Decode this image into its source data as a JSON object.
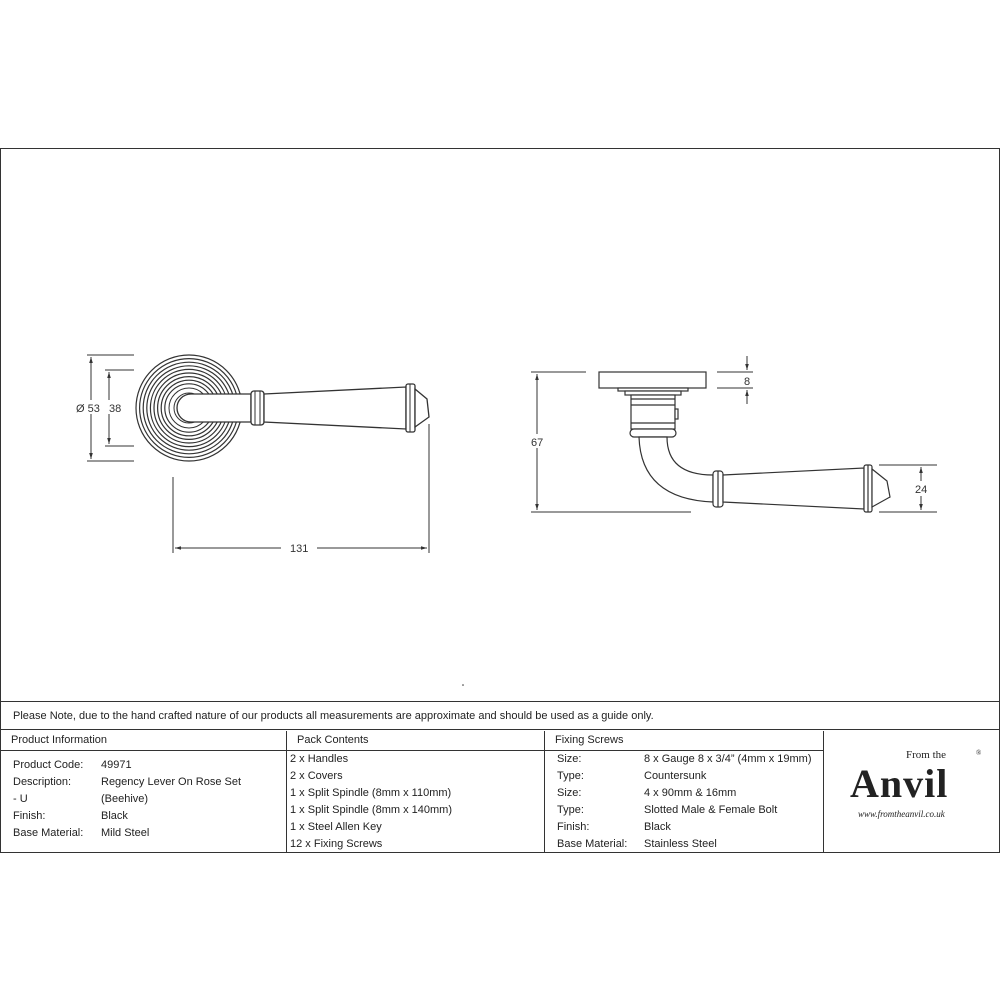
{
  "drawing": {
    "front_view": {
      "dim_diameter": "Ø 53",
      "dim_inner": "38",
      "dim_length": "131"
    },
    "side_view": {
      "dim_height": "67",
      "dim_rose": "8",
      "dim_lever": "24"
    }
  },
  "note": "Please Note, due to the hand crafted nature of our products all measurements are approximate and should be used as a guide only.",
  "product_information": {
    "title": "Product Information",
    "rows": [
      {
        "label": "Product Code:",
        "value": "49971"
      },
      {
        "label": "Description:",
        "value": "Regency Lever On Rose Set (Beehive)"
      },
      {
        "label": "- U",
        "value": ""
      },
      {
        "label": "Finish:",
        "value": "Black"
      },
      {
        "label": "Base Material:",
        "value": "Mild Steel"
      }
    ]
  },
  "pack_contents": {
    "title": "Pack Contents",
    "items": [
      "2 x Handles",
      "2 x Covers",
      "1 x Split Spindle (8mm x 110mm)",
      "1 x Split Spindle (8mm x 140mm)",
      "1 x Steel Allen Key",
      "12 x Fixing Screws"
    ]
  },
  "fixing_screws": {
    "title": "Fixing Screws",
    "rows": [
      {
        "label": "Size:",
        "value": "8 x Gauge 8 x 3/4” (4mm x 19mm)"
      },
      {
        "label": "Type:",
        "value": "Countersunk"
      },
      {
        "label": "Size:",
        "value": "4 x 90mm & 16mm"
      },
      {
        "label": "Type:",
        "value": "Slotted Male & Female Bolt"
      },
      {
        "label": "Finish:",
        "value": "Black"
      },
      {
        "label": "Base Material:",
        "value": "Stainless Steel"
      }
    ]
  },
  "logo": {
    "from": "From the",
    "brand": "Anvil",
    "url": "www.fromtheanvil.co.uk",
    "reg": "®"
  }
}
